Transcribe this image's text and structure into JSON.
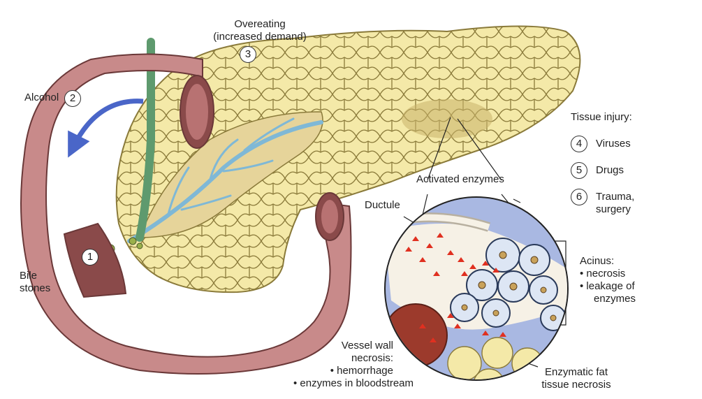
{
  "labels": {
    "overeating": {
      "number": "3",
      "lines": [
        "Overeating",
        "(increased demand)"
      ]
    },
    "alcohol": {
      "number": "2",
      "lines": [
        "Alcohol"
      ]
    },
    "bile_stones": {
      "number": "1",
      "lines": [
        "Bile",
        "stones"
      ]
    },
    "tissue_injury": {
      "title": "Tissue injury:",
      "items": [
        {
          "number": "4",
          "lines": [
            "Viruses"
          ]
        },
        {
          "number": "5",
          "lines": [
            "Drugs"
          ]
        },
        {
          "number": "6",
          "lines": [
            "Trauma,",
            "surgery"
          ]
        }
      ]
    },
    "activated_enzymes": "Activated enzymes",
    "ductule": "Ductule",
    "acinus": [
      "Acinus:",
      "• necrosis",
      "• leakage of",
      "enzymes"
    ],
    "vessel_wall": [
      "Vessel wall",
      "necrosis:",
      "• hemorrhage",
      "• enzymes in bloodstream"
    ],
    "fat_necrosis": [
      "Enzymatic fat",
      "tissue necrosis"
    ]
  },
  "colors": {
    "duodenum": "#c88a8a",
    "duodenum_dark": "#8a4a4a",
    "pancreas": "#f4e9a8",
    "pancreas_outline": "#8a7a3a",
    "duct": "#7fb8d6",
    "bile_duct": "#5e9a6e",
    "arrow": "#4a66c8",
    "enzymes": "#e03020",
    "blood": "#9c3a2c",
    "background_blue": "#a9b8e2"
  }
}
